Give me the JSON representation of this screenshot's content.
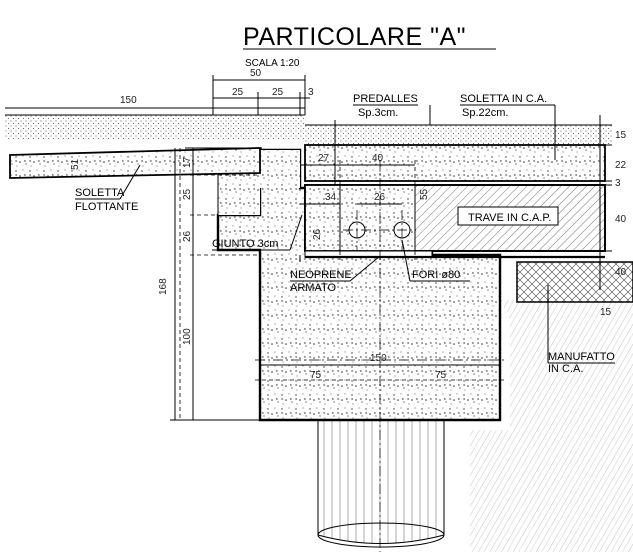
{
  "title": "PARTICOLARE \"A\"",
  "scale": "SCALA 1:20",
  "labels": {
    "predalles_1": "PREDALLES",
    "predalles_2": "Sp.3cm.",
    "soletta_1": "SOLETTA IN C.A.",
    "soletta_2": "Sp.22cm.",
    "soletta_flottante_1": "SOLETTA",
    "soletta_flottante_2": "FLOTTANTE",
    "giunto": "GIUNTO 3cm",
    "trave": "TRAVE IN C.A.P.",
    "neoprene_1": "NEOPRENE",
    "neoprene_2": "ARMATO",
    "fori": "FORI ø80",
    "manufatto_1": "MANUFATTO",
    "manufatto_2": "IN C.A."
  },
  "dimensions": {
    "d150_top": "150",
    "d50": "50",
    "d25a": "25",
    "d25b": "25",
    "d3": "3",
    "d15": "15",
    "d22": "22",
    "d3b": "3",
    "d40r": "40",
    "d17": "17",
    "d25l": "25",
    "d26": "26",
    "d168": "168",
    "d100": "100",
    "d27": "27",
    "d40t": "40",
    "d34": "34",
    "d26c": "26",
    "d55": "55",
    "d15s": "15",
    "d150b": "150",
    "d75a": "75",
    "d75b": "75",
    "d51": "51",
    "d40s": "40"
  },
  "colors": {
    "line": "#000000",
    "hatch": "#555555",
    "background": "#ffffff"
  }
}
